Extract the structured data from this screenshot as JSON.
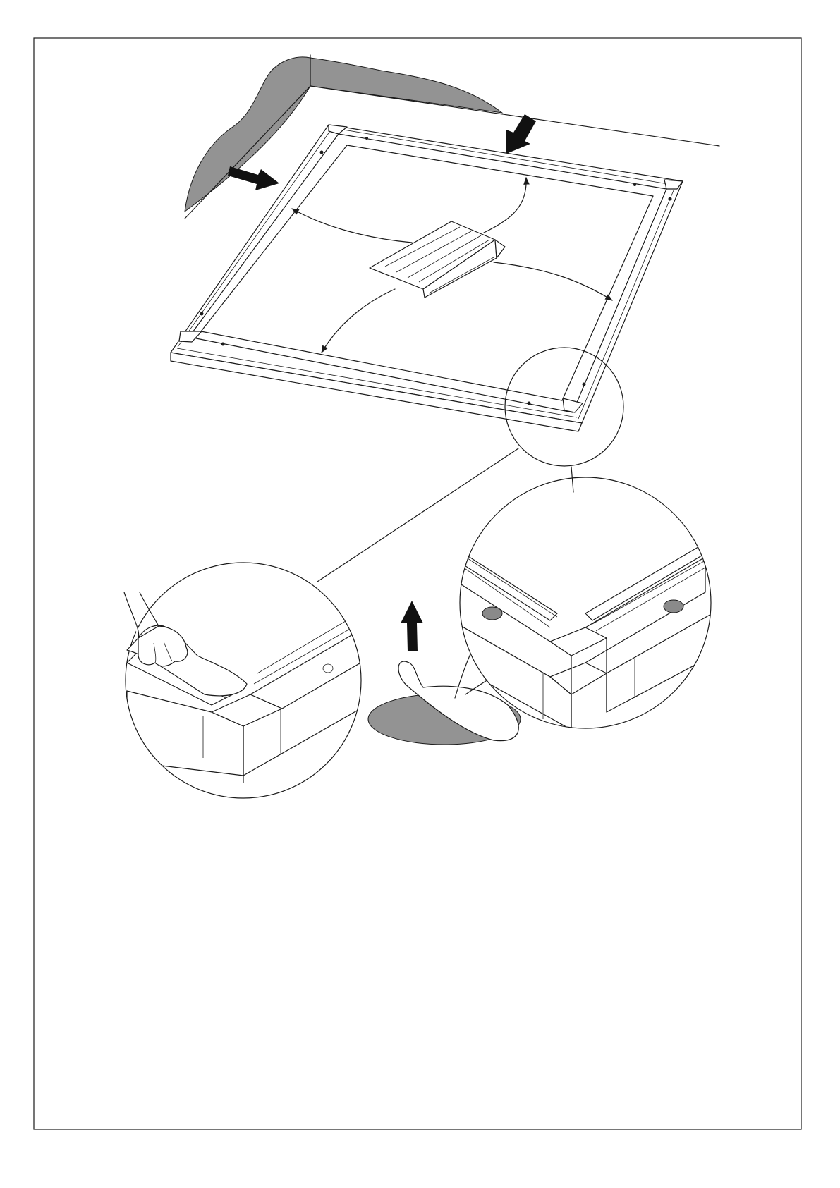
{
  "page": {
    "background": "#ffffff",
    "ink": "#1a1a1a",
    "shade": "#939393"
  },
  "illustration": {
    "steps": [
      {
        "name": "place-frame-against-wall",
        "icons": [
          "push-arrow-icon",
          "push-arrow-icon"
        ]
      },
      {
        "name": "position-foam-level-blocks",
        "icons": [
          "curved-arrow-icon"
        ]
      },
      {
        "name": "clean-corner-with-cloth",
        "icons": [
          "hand-wiping-icon"
        ]
      },
      {
        "name": "peel-and-stick-pad",
        "icons": [
          "lift-arrow-icon",
          "adhesive-pad-icon"
        ]
      }
    ]
  }
}
